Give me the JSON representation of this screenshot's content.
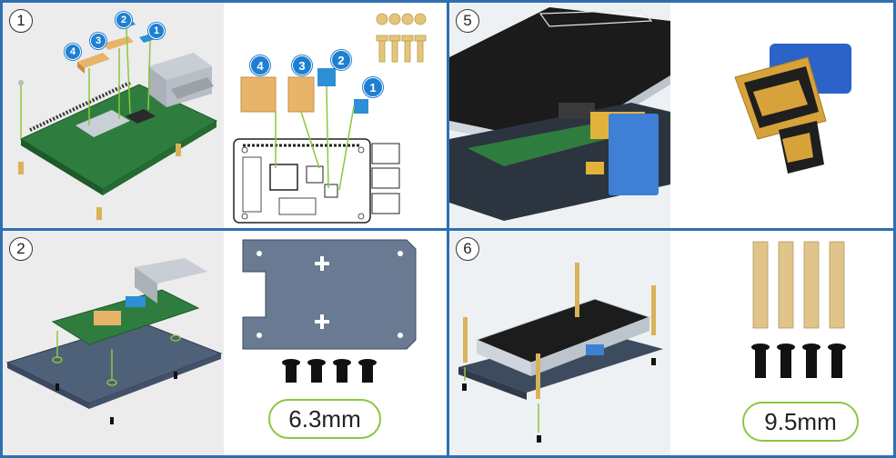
{
  "steps": {
    "s1": "1",
    "s2": "2",
    "s5": "5",
    "s6": "6"
  },
  "heatsink_labels": {
    "h1": "1",
    "h2": "2",
    "h3": "3",
    "h4": "4",
    "hb1": "1",
    "hb2": "2",
    "hb3": "3",
    "hb4": "4"
  },
  "screw_specs": {
    "short": "6.3mm",
    "long": "9.5mm"
  },
  "colors": {
    "frame": "#2f6fb0",
    "highlight": "#8cc63f",
    "badge": "#1f7fd1",
    "copper": "#e8b46a",
    "board": "#3c8a4a",
    "acrylic": "#5a6d86"
  }
}
